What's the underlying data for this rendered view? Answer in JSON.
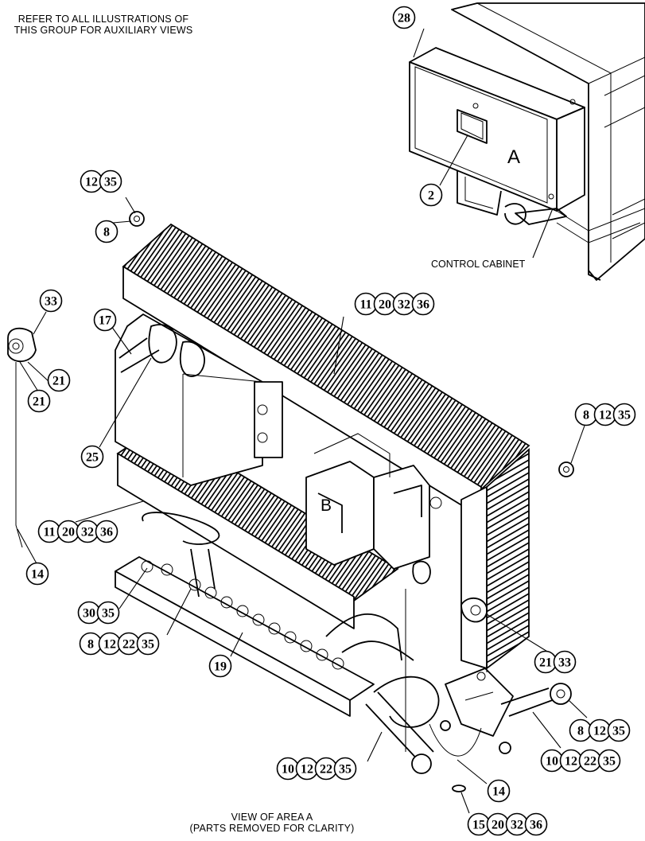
{
  "header_note": [
    "REFER TO ALL ILLUSTRATIONS OF",
    "THIS GROUP FOR AUXILIARY VIEWS"
  ],
  "footer_note": [
    "VIEW OF AREA  A",
    "(PARTS REMOVED FOR CLARITY)"
  ],
  "labels": {
    "control_cabinet": "CONTROL CABINET",
    "area_a": "A",
    "area_b": "B"
  },
  "callout_groups": [
    {
      "id": "cab-28",
      "numbers": [
        "28"
      ]
    },
    {
      "id": "cab-2",
      "numbers": [
        "2"
      ]
    },
    {
      "id": "bolt-12-35",
      "numbers": [
        "12",
        "35"
      ]
    },
    {
      "id": "bolt-8",
      "numbers": [
        "8"
      ]
    },
    {
      "id": "grommet-33",
      "numbers": [
        "33"
      ]
    },
    {
      "id": "grommet-21a",
      "numbers": [
        "21"
      ]
    },
    {
      "id": "grommet-21b",
      "numbers": [
        "21"
      ]
    },
    {
      "id": "strap-17",
      "numbers": [
        "17"
      ]
    },
    {
      "id": "rail-top",
      "numbers": [
        "11",
        "20",
        "32",
        "36"
      ]
    },
    {
      "id": "right-bolt",
      "numbers": [
        "8",
        "12",
        "35"
      ]
    },
    {
      "id": "tie-25",
      "numbers": [
        "25"
      ]
    },
    {
      "id": "rail-bottom",
      "numbers": [
        "11",
        "20",
        "32",
        "36"
      ]
    },
    {
      "id": "wire-14-left",
      "numbers": [
        "14"
      ]
    },
    {
      "id": "block-30-35",
      "numbers": [
        "30",
        "35"
      ]
    },
    {
      "id": "block-8-12-22-35",
      "numbers": [
        "8",
        "12",
        "22",
        "35"
      ]
    },
    {
      "id": "terminal-19",
      "numbers": [
        "19"
      ]
    },
    {
      "id": "grommet-21-33",
      "numbers": [
        "21",
        "33"
      ]
    },
    {
      "id": "lug-8-12-35",
      "numbers": [
        "8",
        "12",
        "35"
      ]
    },
    {
      "id": "lug-10-12-22-35-right",
      "numbers": [
        "10",
        "12",
        "22",
        "35"
      ]
    },
    {
      "id": "lug-10-12-22-35-center",
      "numbers": [
        "10",
        "12",
        "22",
        "35"
      ]
    },
    {
      "id": "wire-14-right",
      "numbers": [
        "14"
      ]
    },
    {
      "id": "washer-15-20-32-36",
      "numbers": [
        "15",
        "20",
        "32",
        "36"
      ]
    }
  ]
}
